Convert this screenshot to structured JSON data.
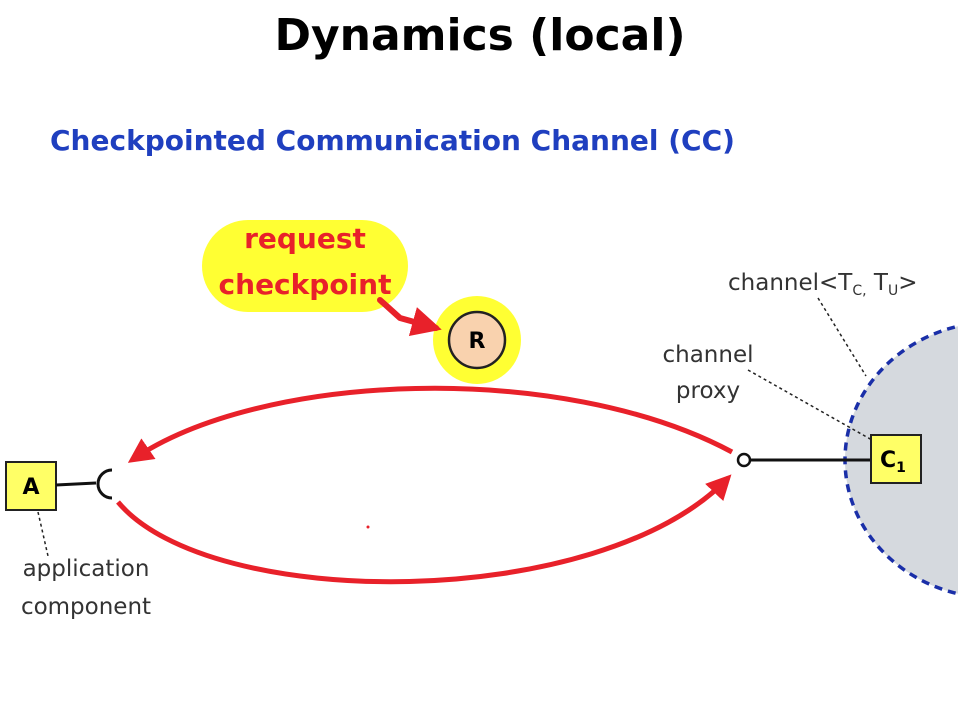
{
  "slide": {
    "title": "Dynamics (local)",
    "subtitle": "Checkpointed Communication Channel (CC)"
  },
  "callout": {
    "line1": "request",
    "line2": "checkpoint"
  },
  "nodes": {
    "r_label": "R",
    "a_label": "A",
    "c1_main": "C",
    "c1_sub": "1"
  },
  "labels": {
    "channel_main": "channel<T",
    "channel_sub1": "C,",
    "channel_mid": " T",
    "channel_sub2": "U",
    "channel_end": ">",
    "channel_proxy_line1": "channel",
    "channel_proxy_line2": "proxy",
    "app_line1": "application",
    "app_line2": "component"
  },
  "colors": {
    "title": "#000000",
    "subtitle": "#1f3fbf",
    "accent_red": "#e8212a",
    "highlight_yellow": "#ffff33",
    "node_fill_r": "#f9d2ae",
    "node_fill_box": "#ffff66",
    "region_fill": "#d5d9de",
    "region_border": "#1a2fa8"
  }
}
